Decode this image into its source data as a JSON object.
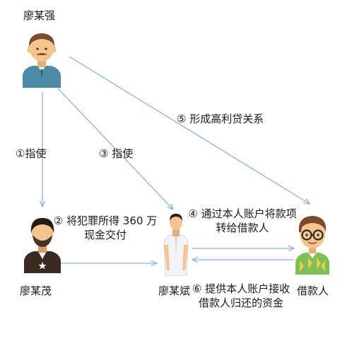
{
  "nodes": {
    "liao_mouqiang": {
      "name": "廖某强",
      "icon": "man-with-mustache-icon"
    },
    "liao_moumao": {
      "name": "廖某茂",
      "icon": "man-silhouette-icon"
    },
    "liao_moubin": {
      "name": "廖某斌",
      "icon": "man-in-white-shirt-icon"
    },
    "borrower": {
      "name": "借款人",
      "icon": "man-with-glasses-icon"
    }
  },
  "edges": {
    "e1": {
      "text": "①指使"
    },
    "e3": {
      "text": "③ 指使"
    },
    "e5": {
      "text": "⑤ 形成高利贷关系"
    },
    "e2": {
      "line1": "② 将犯罪所得 360 万",
      "line2": "现金交付"
    },
    "e4": {
      "line1": "④ 通过本人账户将款项",
      "line2": "转给借款人"
    },
    "e6": {
      "line1": "⑥ 提供本人账户接收",
      "line2": "借款人归还的资金"
    }
  },
  "colors": {
    "arrow": "#8fb3e0",
    "skin": "#f4c48e",
    "hair_brown": "#7a4a2a",
    "shirt_teal": "#4d8aa8",
    "dark_figure": "#3a2a22",
    "sweater_green": "#7fbf5a",
    "glasses": "#2a2a2a"
  }
}
